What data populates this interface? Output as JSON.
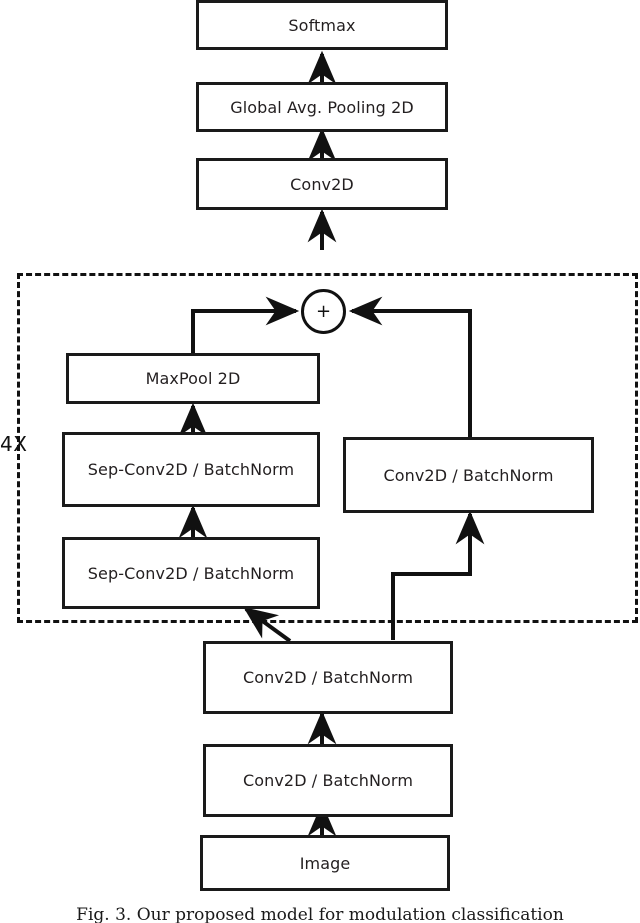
{
  "figure": {
    "caption": "Fig. 3. Our proposed model for modulation classification",
    "repeat_label": "4X",
    "junction_symbol": "+"
  },
  "nodes": {
    "softmax": {
      "label": "Softmax"
    },
    "global_avg_pooling": {
      "label": "Global Avg. Pooling 2D"
    },
    "head_conv2d": {
      "label": "Conv2D"
    },
    "maxpool": {
      "label": "MaxPool 2D"
    },
    "sep_conv_upper": {
      "label": "Sep-Conv2D / BatchNorm"
    },
    "sep_conv_lower": {
      "label": "Sep-Conv2D / BatchNorm"
    },
    "skip_conv": {
      "label": "Conv2D / BatchNorm"
    },
    "stem_conv_upper": {
      "label": "Conv2D / BatchNorm"
    },
    "stem_conv_lower": {
      "label": "Conv2D / BatchNorm"
    },
    "image": {
      "label": "Image"
    }
  },
  "colors": {
    "stroke": "#1a1a1a",
    "text": "#231f20",
    "background": "#ffffff"
  }
}
